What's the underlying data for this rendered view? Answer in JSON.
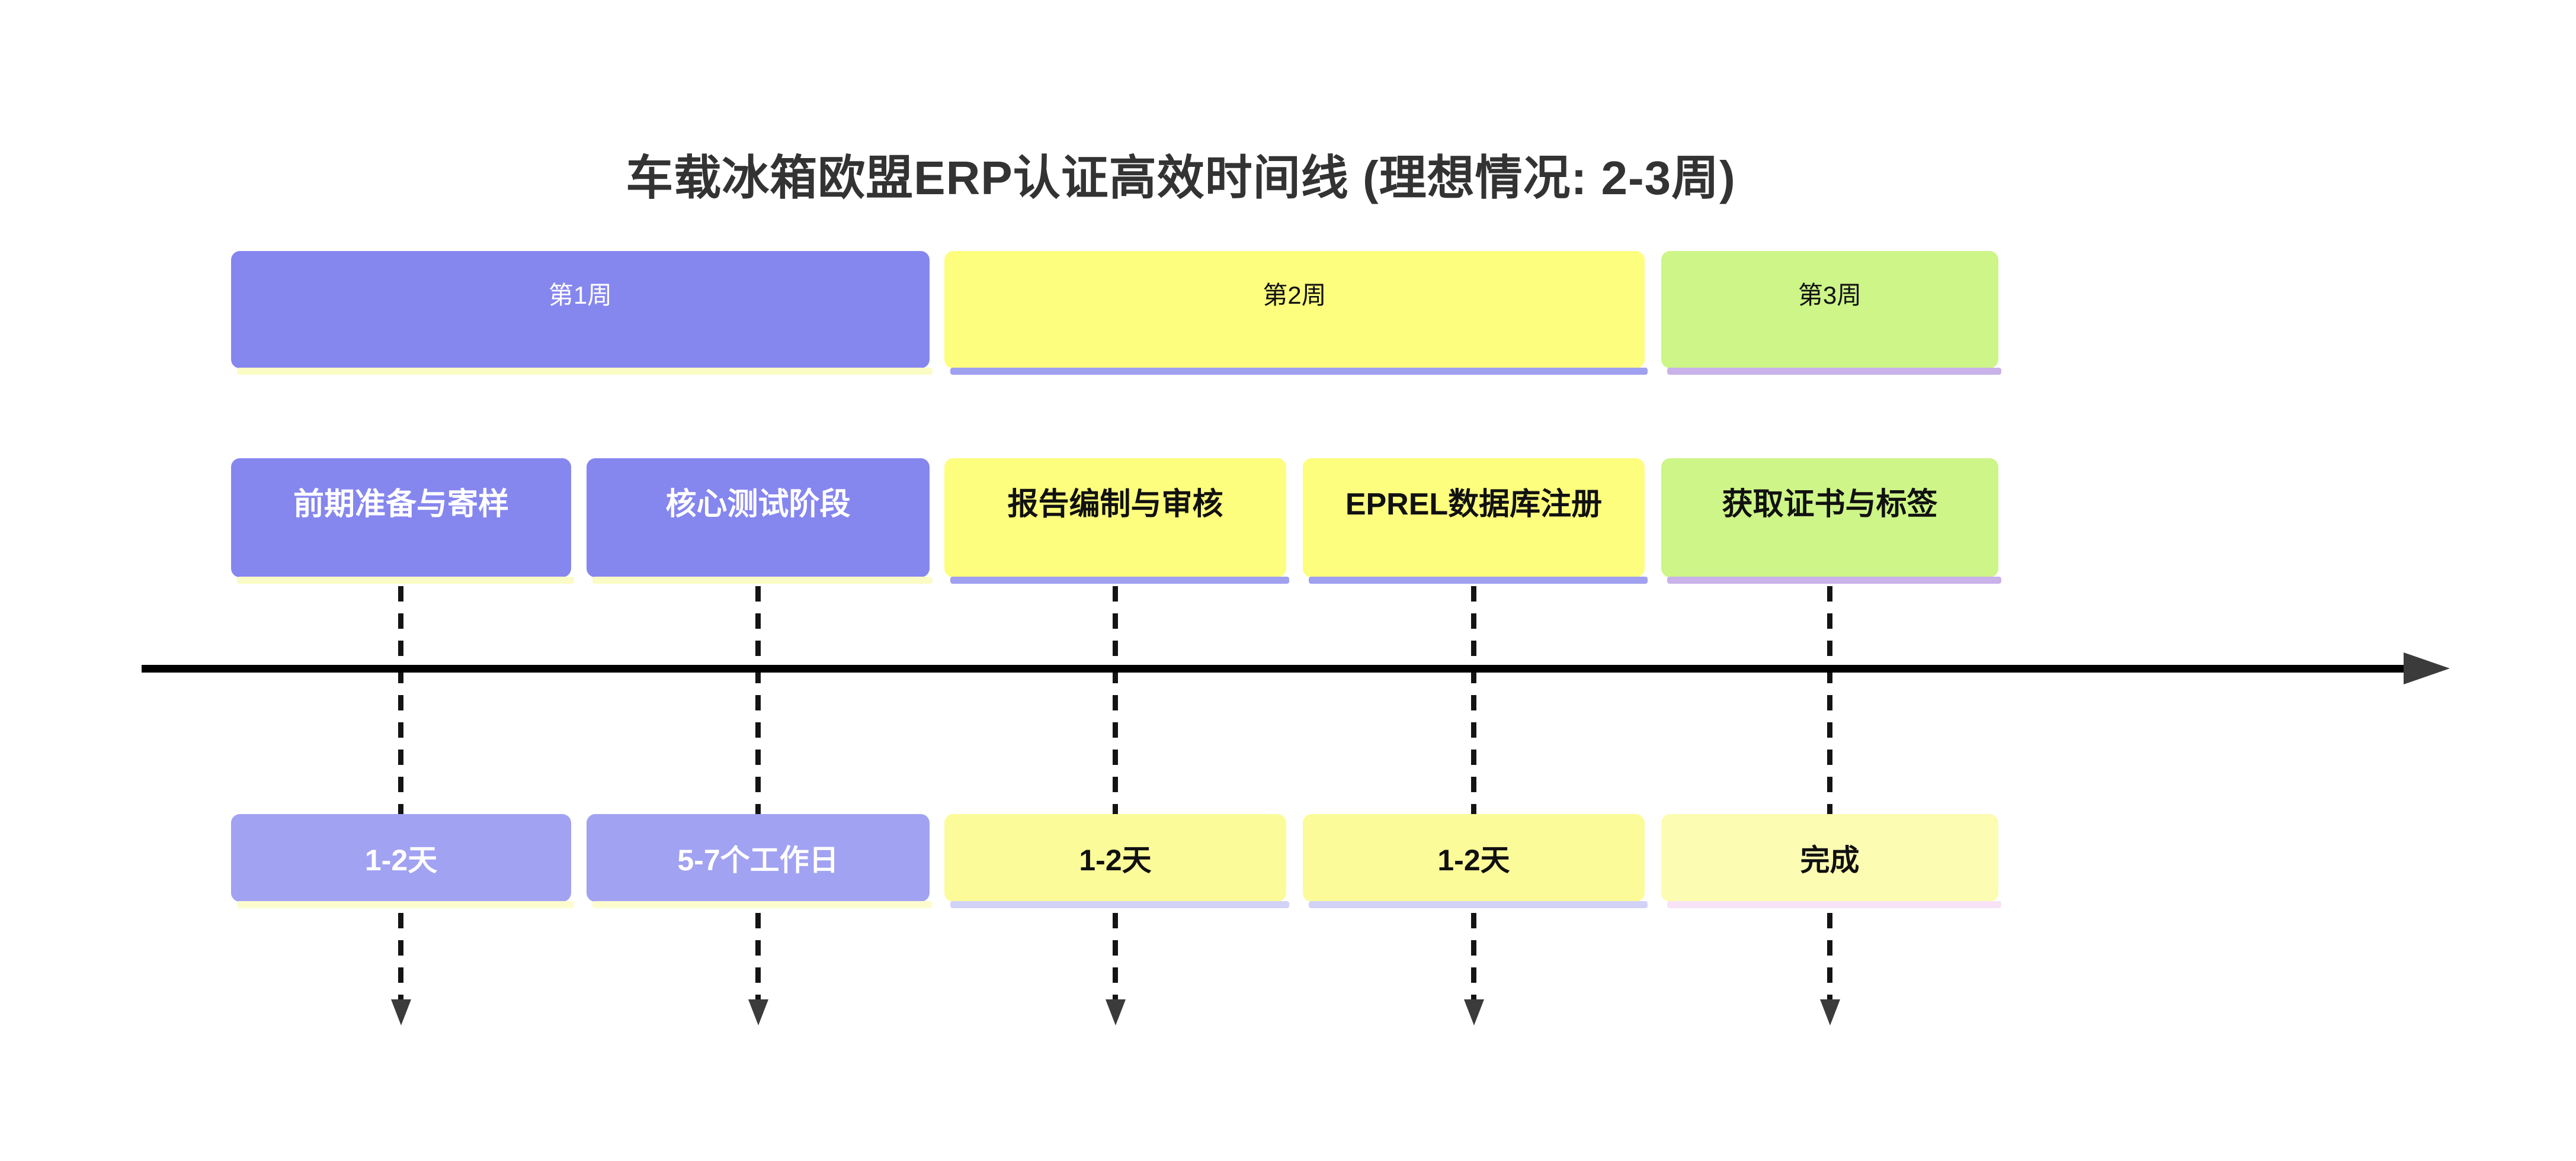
{
  "title": "车载冰箱欧盟ERP认证高效时间线 (理想情况: 2-3周)",
  "timeline": {
    "weeks": [
      {
        "label": "第1周",
        "fill": "#8686EF",
        "text_color": "#FFFFFF",
        "shadow": "#FBFBC6"
      },
      {
        "label": "第2周",
        "fill": "#FDFD7E",
        "text_color": "#111111",
        "shadow": "#A0A0F0"
      },
      {
        "label": "第3周",
        "fill": "#CDF587",
        "text_color": "#111111",
        "shadow": "#C9B2E9"
      }
    ],
    "tasks": [
      {
        "label": "前期准备与寄样",
        "fill": "#8686EF",
        "text_color": "#FFFFFF",
        "shadow": "#FBFBC6"
      },
      {
        "label": "核心测试阶段",
        "fill": "#8686EF",
        "text_color": "#FFFFFF",
        "shadow": "#FBFBC6"
      },
      {
        "label": "报告编制与审核",
        "fill": "#FDFD7E",
        "text_color": "#111111",
        "shadow": "#A0A0F0"
      },
      {
        "label": "EPREL数据库注册",
        "fill": "#FDFD7E",
        "text_color": "#111111",
        "shadow": "#A0A0F0"
      },
      {
        "label": "获取证书与标签",
        "fill": "#CDF587",
        "text_color": "#111111",
        "shadow": "#C9B2E9"
      }
    ],
    "durations": [
      {
        "label": "1-2天",
        "fill": "#A2A2F2",
        "text_color": "#FFFFFF",
        "shadow": "#FCFCCE"
      },
      {
        "label": "5-7个工作日",
        "fill": "#A2A2F2",
        "text_color": "#FFFFFF",
        "shadow": "#FCFCCE"
      },
      {
        "label": "1-2天",
        "fill": "#FBFB99",
        "text_color": "#111111",
        "shadow": "#D2D2F7"
      },
      {
        "label": "1-2天",
        "fill": "#FBFB99",
        "text_color": "#111111",
        "shadow": "#D2D2F7"
      },
      {
        "label": "完成",
        "fill": "#FCFCB2",
        "text_color": "#111111",
        "shadow": "#F8E3F6"
      }
    ]
  },
  "colors": {
    "background": "#FFFFFF",
    "title_text": "#333333",
    "axis_line": "#000000",
    "arrowhead": "#3B3B3B",
    "connector_dash": "#141414"
  }
}
